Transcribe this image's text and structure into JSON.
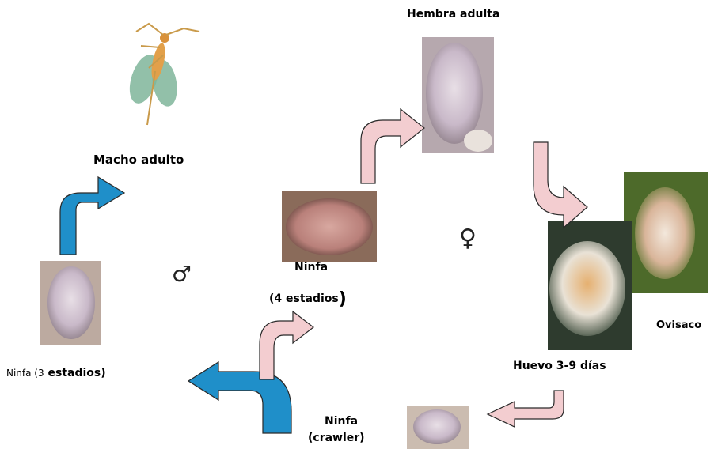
{
  "labels": {
    "hembra": "Hembra adulta",
    "macho": "Macho  adulto",
    "ninfa4_a": "Ninfa",
    "ninfa4_b": "(4 estadios",
    "ninfa4_paren": ")",
    "ninfa3_a": "Ninfa (3",
    "ninfa3_b": " estadios)",
    "ovisaco": "Ovisaco",
    "huevo": "Huevo 3-9 días",
    "crawler_a": "Ninfa",
    "crawler_b": "(crawler)"
  },
  "symbols": {
    "male": "♂",
    "female": "♀"
  },
  "colors": {
    "blue_arrow": "#1f8fc9",
    "pink_arrow": "#f3cdd0",
    "arrow_stroke": "#2a2a2a"
  }
}
